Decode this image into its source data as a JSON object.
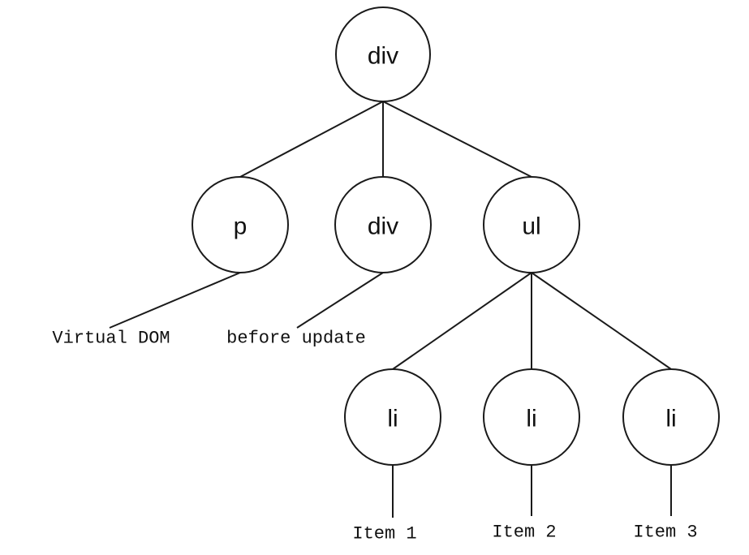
{
  "nodes": {
    "root": "div",
    "p": "p",
    "div_child": "div",
    "ul": "ul",
    "li_1": "li",
    "li_2": "li",
    "li_3": "li"
  },
  "text_leaves": {
    "p_text": "Virtual DOM",
    "div_text": "before update",
    "item_1": "Item 1",
    "item_2": "Item 2",
    "item_3": "Item 3"
  }
}
